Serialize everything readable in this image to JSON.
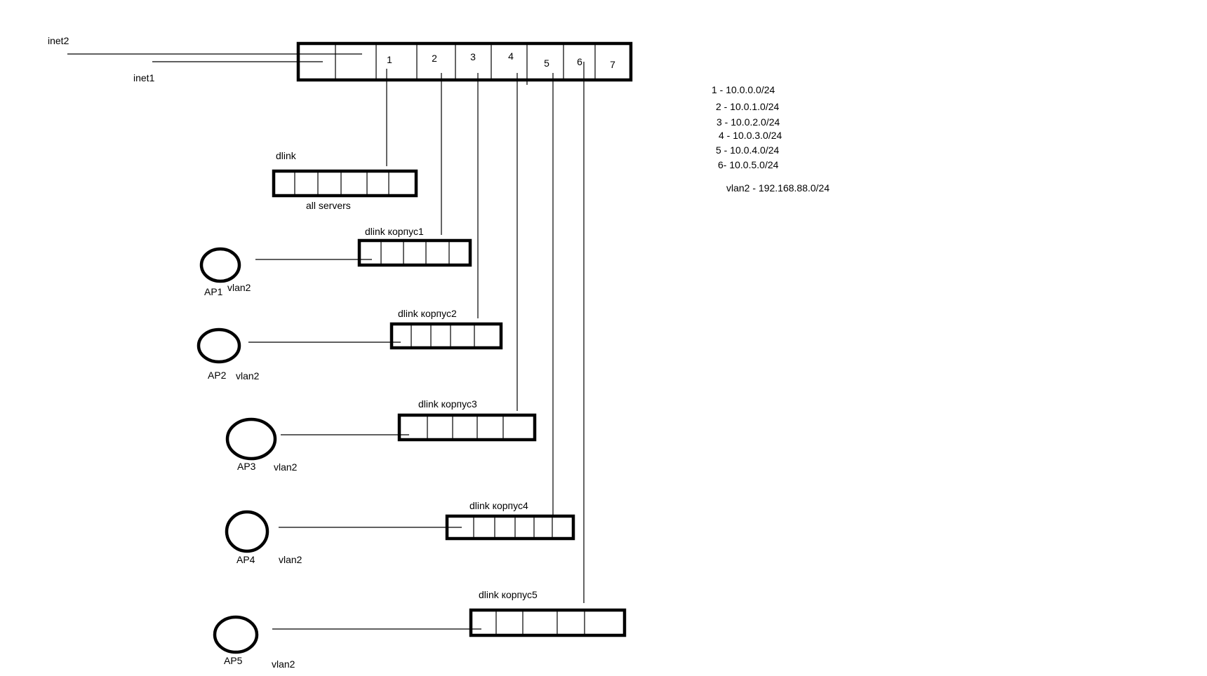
{
  "main_switch": {
    "ports": [
      "1",
      "2",
      "3",
      "4",
      "5",
      "6",
      "7"
    ]
  },
  "uplinks": {
    "inet2": "inet2",
    "inet1": "inet1"
  },
  "switches": {
    "servers": {
      "title": "dlink",
      "caption": "all servers"
    },
    "k1": {
      "title": "dlink корпус1"
    },
    "k2": {
      "title": "dlink корпус2"
    },
    "k3": {
      "title": "dlink корпус3"
    },
    "k4": {
      "title": "dlink корпус4"
    },
    "k5": {
      "title": "dlink корпус5"
    }
  },
  "access_points": [
    {
      "name": "AP1",
      "vlan": "vlan2"
    },
    {
      "name": "AP2",
      "vlan": "vlan2"
    },
    {
      "name": "AP3",
      "vlan": "vlan2"
    },
    {
      "name": "AP4",
      "vlan": "vlan2"
    },
    {
      "name": "AP5",
      "vlan": "vlan2"
    }
  ],
  "subnets": [
    "1 - 10.0.0.0/24",
    "2 - 10.0.1.0/24",
    "3 - 10.0.2.0/24",
    "4 - 10.0.3.0/24",
    "5 - 10.0.4.0/24",
    "6- 10.0.5.0/24"
  ],
  "vlan_subnet": "vlan2 - 192.168.88.0/24"
}
